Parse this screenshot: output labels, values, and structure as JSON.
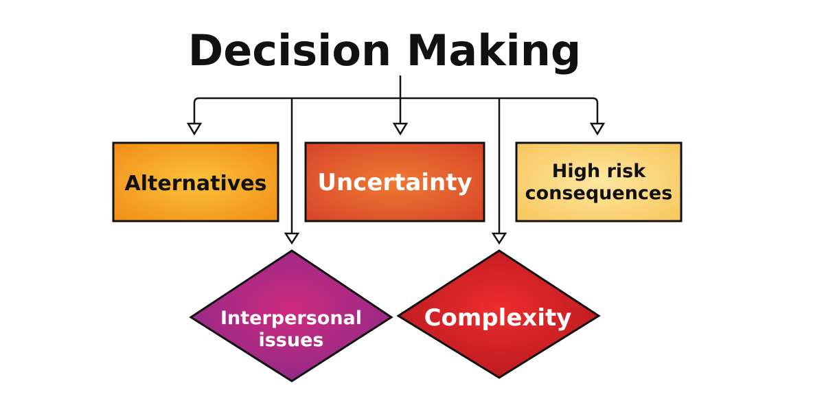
{
  "title": "Decision Making",
  "boxes": [
    {
      "label": "Alternatives"
    },
    {
      "label": "Uncertainty"
    },
    {
      "label_line1": "High risk",
      "label_line2": "consequences"
    }
  ],
  "diamonds": [
    {
      "label_line1": "Interpersonal",
      "label_line2": "issues"
    },
    {
      "label": "Complexity"
    }
  ],
  "colors": {
    "alternatives": "#f6a01e",
    "uncertainty": "#e6602a",
    "high_risk": "#fbd97a",
    "interpersonal": "#b52780",
    "complexity": "#dc2326",
    "stroke": "#111111"
  }
}
